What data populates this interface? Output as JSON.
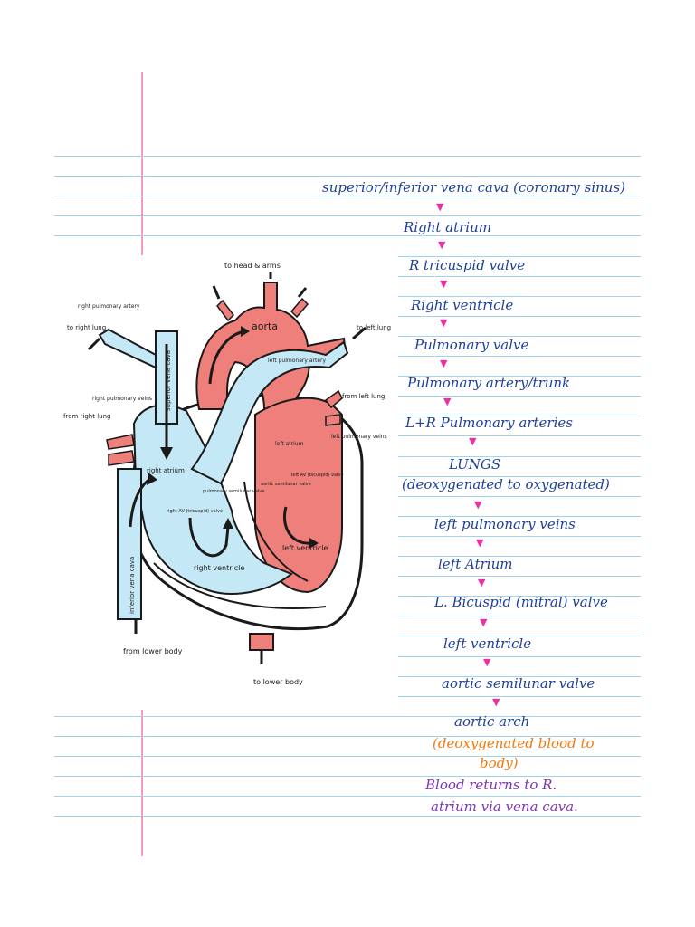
{
  "diagram": {
    "labels": {
      "head_arms": "to head & arms",
      "aorta": "aorta",
      "r_pulm_artery": "right pulmonary artery",
      "l_pulm_artery": "left pulmonary artery",
      "to_right_lung": "to right lung",
      "to_left_lung": "to left lung",
      "from_right_lung": "from right lung",
      "from_left_lung": "from left lung",
      "r_pulm_veins": "right pulmonary veins",
      "l_pulm_veins": "left pulmonary veins",
      "svc": "superior vena cava",
      "ivc": "inferior vena cava",
      "right_atrium": "right atrium",
      "left_atrium": "left atrium",
      "tricuspid": "right AV (tricuspid) valve",
      "pulm_valve": "pulmonary semilunar valve",
      "aortic_valve": "aortic semilunar valve",
      "mitral": "left AV (bicuspid) valve",
      "right_ventricle": "right ventricle",
      "left_ventricle": "left ventricle",
      "from_lower_body": "from lower body",
      "to_lower_body": "to lower body"
    },
    "colors": {
      "oxygenated": "#ee7f7a",
      "deoxygenated": "#c5e8f6",
      "outline": "#1a1a1a"
    }
  },
  "flow_steps": [
    "superior/inferior vena cava (coronary sinus)",
    "Right atrium",
    "R tricuspid valve",
    "Right ventricle",
    "Pulmonary valve",
    "Pulmonary artery/trunk",
    "L+R Pulmonary arteries",
    "LUNGS",
    "(deoxygenated to oxygenated)",
    "left pulmonary veins",
    "left Atrium",
    "L. Bicuspid (mitral) valve",
    "left ventricle",
    "aortic semilunar valve",
    "aortic arch",
    "(deoxygenated blood to",
    "body)",
    "Blood returns to R.",
    "atrium via vena cava."
  ],
  "colors": {
    "ink_blue": "#1d3f9a",
    "arrow_pink": "#ec2fa3",
    "ink_orange": "#f07a12",
    "ink_purple": "#7d35b6",
    "rule_blue": "#9fd3f2",
    "margin_pink": "#f29ac3"
  }
}
